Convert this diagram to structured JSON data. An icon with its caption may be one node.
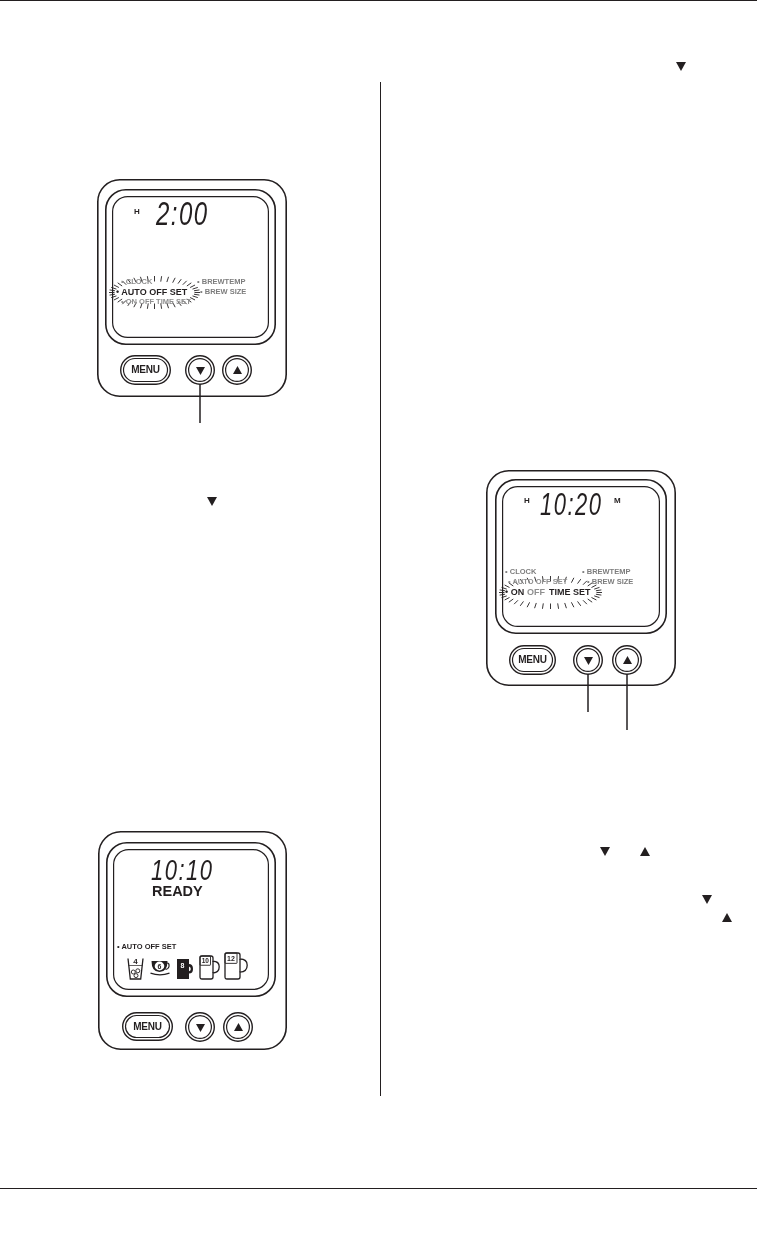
{
  "diagram": {
    "nodes": [
      {
        "text": [],
        "shape": "box"
      },
      {
        "text": [],
        "shape": "box",
        "in": 0
      },
      {
        "text": [
          "H",
          "2:00",
          "• CLOCK",
          "• BREWTEMP",
          "• AUTO OFF SET",
          "• BREW SIZE",
          "• ON OFF TIME SET"
        ],
        "in": 1
      },
      {
        "text": [
          "MENU"
        ],
        "in": 0
      },
      {
        "text": [],
        "shape": "circle",
        "in": 0
      },
      {
        "text": [],
        "shape": "circle",
        "in": 0
      },
      {
        "text": [],
        "shape": "box"
      },
      {
        "text": [],
        "shape": "box",
        "in": 6
      },
      {
        "text": [
          "10:10",
          "READY",
          "• AUTO OFF SET"
        ],
        "in": 7
      },
      {
        "text": [
          "4"
        ],
        "in": 8
      },
      {
        "text": [
          "6"
        ],
        "in": 8
      },
      {
        "text": [
          "8"
        ],
        "in": 8
      },
      {
        "text": [
          "10"
        ],
        "in": 8
      },
      {
        "text": [
          "12"
        ],
        "in": 8
      },
      {
        "text": [
          "MENU"
        ],
        "in": 6
      },
      {
        "text": [],
        "shape": "circle",
        "in": 6
      },
      {
        "text": [],
        "shape": "circle",
        "in": 6
      },
      {
        "text": [],
        "shape": "box"
      },
      {
        "text": [],
        "shape": "box",
        "in": 17
      },
      {
        "text": [
          "H",
          "10:20",
          "M",
          "• CLOCK",
          "• BREWTEMP",
          "• AUTO OFF SET",
          "• BREW SIZE",
          "• ON",
          "OFF",
          "TIME SET"
        ],
        "in": 18
      },
      {
        "text": [
          "MENU"
        ],
        "in": 17
      },
      {
        "text": [],
        "shape": "circle",
        "in": 17
      },
      {
        "text": [],
        "shape": "circle",
        "in": 17
      }
    ],
    "edges": [
      {
        "from": null,
        "to": 4,
        "arrow": "none"
      },
      {
        "from": null,
        "to": 21,
        "arrow": "none"
      },
      {
        "from": null,
        "to": 22,
        "arrow": "none"
      }
    ]
  }
}
